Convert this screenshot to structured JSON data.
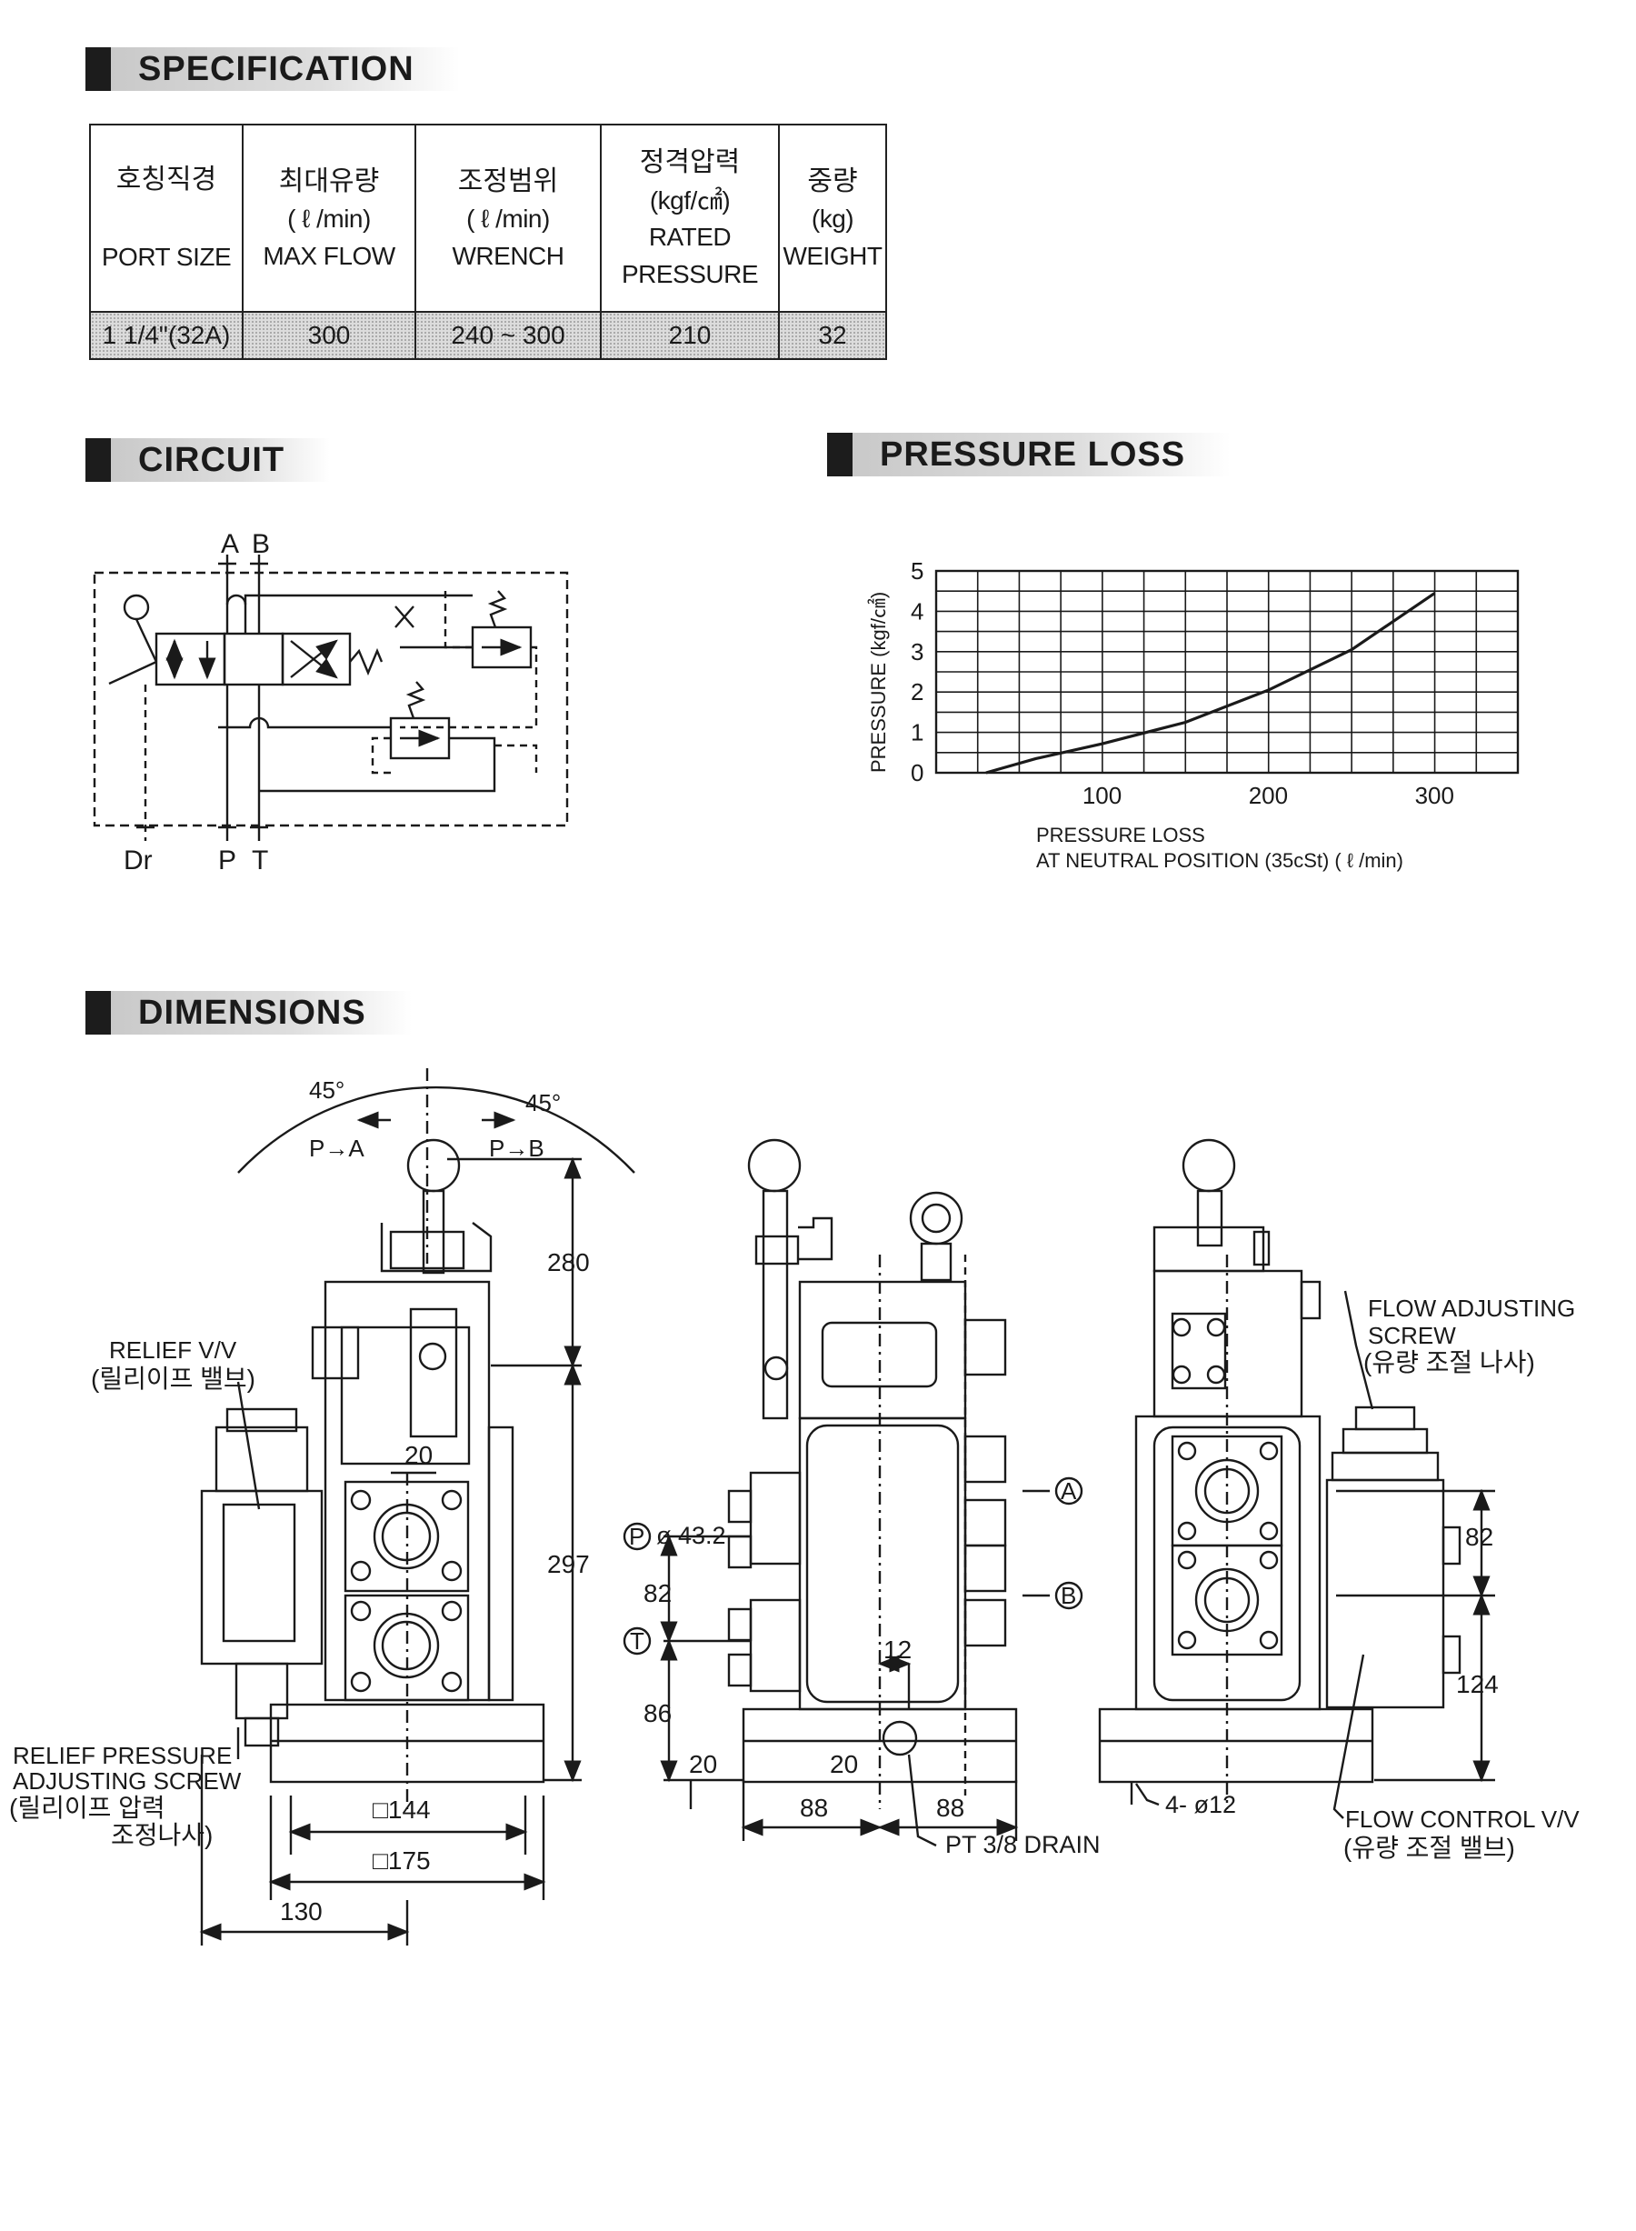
{
  "sections": {
    "specification": "SPECIFICATION",
    "circuit": "CIRCUIT",
    "pressure_loss": "PRESSURE LOSS",
    "dimensions": "DIMENSIONS"
  },
  "spec_table": {
    "headers": [
      {
        "ko": "호칭직경",
        "unit": "",
        "en1": "PORT SIZE",
        "en2": ""
      },
      {
        "ko": "최대유량",
        "unit": "( ℓ /min)",
        "en1": "MAX FLOW",
        "en2": ""
      },
      {
        "ko": "조정범위",
        "unit": "( ℓ /min)",
        "en1": "WRENCH",
        "en2": ""
      },
      {
        "ko": "정격압력",
        "unit": "(kgf/㎠)",
        "en1": "RATED",
        "en2": "PRESSURE"
      },
      {
        "ko": "중량",
        "unit": "(kg)",
        "en1": "WEIGHT",
        "en2": ""
      }
    ],
    "row": [
      "1 1/4\"(32A)",
      "300",
      "240 ~ 300",
      "210",
      "32"
    ]
  },
  "circuit": {
    "port_a": "A",
    "port_b": "B",
    "port_dr": "Dr",
    "port_p": "P",
    "port_t": "T"
  },
  "chart_data": {
    "type": "line",
    "ylabel": "PRESSURE (kgf/㎠)",
    "xlabel_line1": "PRESSURE LOSS",
    "xlabel_line2": "AT NEUTRAL POSITION (35cSt) ( ℓ /min)",
    "xlim": [
      0,
      350
    ],
    "ylim": [
      0,
      5
    ],
    "x_ticks": [
      100,
      200,
      300
    ],
    "y_ticks": [
      0,
      1,
      2,
      3,
      4,
      5
    ],
    "grid": true,
    "series": [
      {
        "x": [
          30,
          60,
          100,
          150,
          200,
          250,
          300
        ],
        "y": [
          0.0,
          0.35,
          0.72,
          1.25,
          2.05,
          3.05,
          4.45
        ]
      }
    ]
  },
  "dimensions": {
    "angle_left": "45°",
    "angle_right": "45°",
    "p_to_a": "P→A",
    "p_to_b": "P→B",
    "d280": "280",
    "d297": "297",
    "d20_top": "20",
    "d144": "□144",
    "d175": "□175",
    "d130": "130",
    "relief_vv": "RELIEF V/V",
    "relief_vv_ko": "(릴리이프 밸브)",
    "relief_screw_1": "RELIEF PRESSURE",
    "relief_screw_2": "ADJUSTING SCREW",
    "relief_screw_3": "(릴리이프 압력",
    "relief_screw_4": "조정나사)",
    "port_p_mark": "P",
    "port_t_mark": "T",
    "port_a_mark": "A",
    "port_b_mark": "B",
    "dia_43": "ø 43.2",
    "d82_left": "82",
    "d86": "86",
    "d20_a": "20",
    "d20_b": "20",
    "d12": "12",
    "d88_a": "88",
    "d88_b": "88",
    "drain": "PT 3/8 DRAIN",
    "flow_screw_1": "FLOW ADJUSTING",
    "flow_screw_2": "SCREW",
    "flow_screw_ko": "(유량 조절 나사)",
    "d82_right": "82",
    "d124": "124",
    "holes": "4- ø12",
    "flow_vv": "FLOW CONTROL V/V",
    "flow_vv_ko": "(유량 조절 밸브)"
  }
}
